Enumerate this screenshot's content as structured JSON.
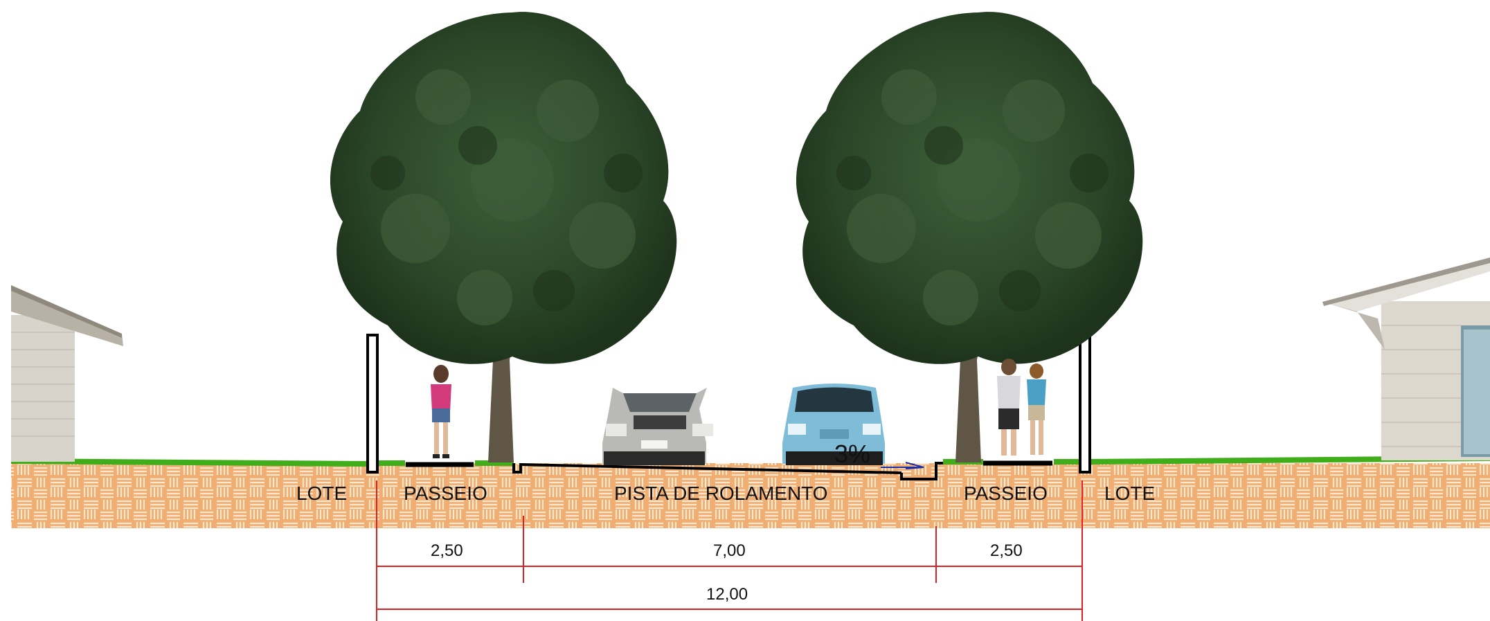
{
  "zones": {
    "lote_left": "LOTE",
    "passeio_left": "PASSEIO",
    "pista": "PISTA DE ROLAMENTO",
    "passeio_right": "PASSEIO",
    "lote_right": "LOTE"
  },
  "slope_label": "3%",
  "dimensions": {
    "passeio_left": "2,50",
    "pista": "7,00",
    "passeio_right": "2,50",
    "total": "12,00"
  },
  "colors": {
    "soil": "#f2b47a",
    "soil_pattern": "#fde4c8",
    "grass": "#3fae1a",
    "dimension_line": "#e02020",
    "foliage": "#2f4a2c",
    "car_left": "#b9b9b6",
    "car_right": "#7fbcd8"
  }
}
